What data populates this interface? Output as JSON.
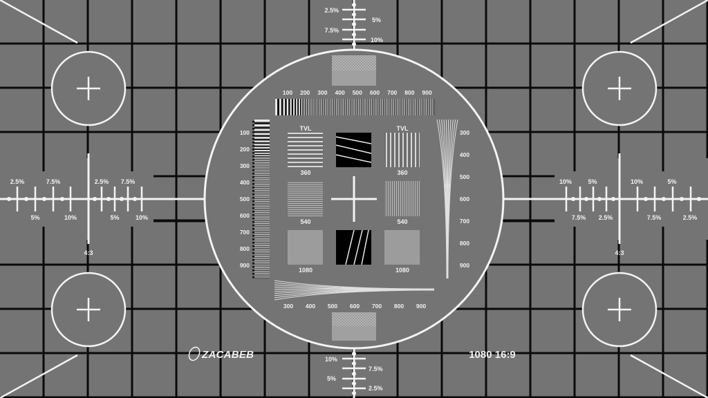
{
  "pattern": {
    "colors": {
      "background": "#747474",
      "grid": "#0a0a0a",
      "marks": "#f4f4f4"
    },
    "format_label": "1080 16:9",
    "logo_text": "ZACABEB",
    "aspect_label_left": "4:3",
    "aspect_label_right": "4:3",
    "left_scale": {
      "top_labels": [
        "2.5%",
        "7.5%",
        "2.5%",
        "7.5%"
      ],
      "bottom_labels": [
        "5%",
        "10%",
        "5%",
        "10%"
      ]
    },
    "right_scale": {
      "top_labels": [
        "10%",
        "5%",
        "10%",
        "5%"
      ],
      "bottom_labels": [
        "7.5%",
        "2.5%",
        "7.5%",
        "2.5%"
      ]
    },
    "top_scale": {
      "labels": [
        "2.5%",
        "5%",
        "7.5%",
        "10%"
      ]
    },
    "bottom_scale": {
      "labels": [
        "10%",
        "7.5%",
        "5%",
        "2.5%"
      ]
    },
    "top_bar_labels": [
      "100",
      "200",
      "300",
      "400",
      "500",
      "600",
      "700",
      "800",
      "900"
    ],
    "left_bar_labels": [
      "100",
      "200",
      "300",
      "400",
      "500",
      "600",
      "700",
      "800",
      "900"
    ],
    "right_fan_labels": [
      "300",
      "400",
      "500",
      "600",
      "700",
      "800",
      "900"
    ],
    "bottom_fan_labels": [
      "300",
      "400",
      "500",
      "600",
      "700",
      "800",
      "900"
    ],
    "resolution": {
      "tvl_left": "TVL",
      "tvl_right": "TVL",
      "row_labels_left": [
        "360",
        "540",
        "1080"
      ],
      "row_labels_right": [
        "360",
        "540",
        "1080"
      ]
    }
  }
}
